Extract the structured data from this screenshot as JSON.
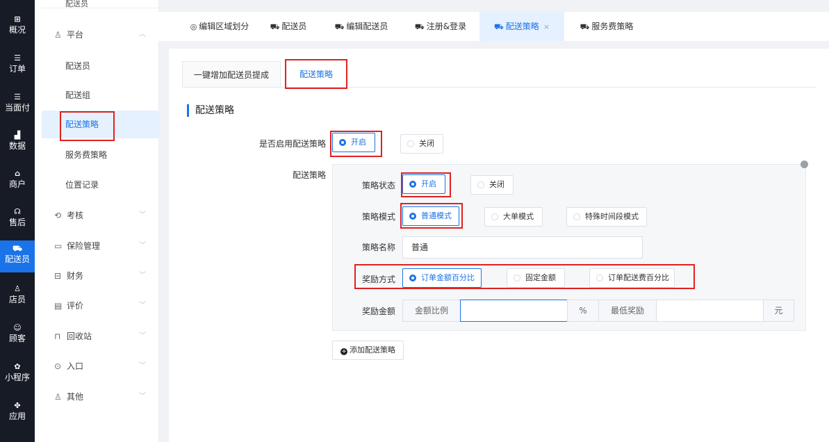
{
  "rail": {
    "items": [
      {
        "label": "概况",
        "icon": "⊞",
        "active": false
      },
      {
        "label": "订单",
        "icon": "☰",
        "active": false
      },
      {
        "label": "当面付",
        "icon": "☰",
        "active": false
      },
      {
        "label": "数据",
        "icon": "▟",
        "active": false
      },
      {
        "label": "商户",
        "icon": "⌂",
        "active": false
      },
      {
        "label": "售后",
        "icon": "☊",
        "active": false
      },
      {
        "label": "配送员",
        "icon": "⛟",
        "active": true
      },
      {
        "label": "店员",
        "icon": "♙",
        "active": false
      },
      {
        "label": "顾客",
        "icon": "☺",
        "active": false
      },
      {
        "label": "小程序",
        "icon": "✿",
        "active": false
      },
      {
        "label": "应用",
        "icon": "✤",
        "active": false
      }
    ]
  },
  "submenu": {
    "top_label": "配送员",
    "platform": "平台",
    "platform_children": [
      "配送员",
      "配送组",
      "配送策略",
      "服务费策略",
      "位置记录"
    ],
    "groups": [
      "考核",
      "保险管理",
      "财务",
      "评价",
      "回收站",
      "入口",
      "其他"
    ]
  },
  "tabs": [
    {
      "label": "编辑区域划分",
      "active": false
    },
    {
      "label": "配送员",
      "active": false
    },
    {
      "label": "编辑配送员",
      "active": false
    },
    {
      "label": "注册&登录",
      "active": false
    },
    {
      "label": "配送策略",
      "active": true
    },
    {
      "label": "服务费策略",
      "active": false
    }
  ],
  "inner_tabs": {
    "first": "一键增加配送员提成",
    "second": "配送策略"
  },
  "section_title": "配送策略",
  "form": {
    "enable_label": "是否启用配送策略",
    "enable_on": "开启",
    "enable_off": "关闭",
    "strategy_label": "配送策略",
    "status_label": "策略状态",
    "status_on": "开启",
    "status_off": "关闭",
    "mode_label": "策略模式",
    "mode_normal": "普通模式",
    "mode_big": "大单模式",
    "mode_special": "特殊时间段模式",
    "name_label": "策略名称",
    "name_value": "普通",
    "reward_method_label": "奖励方式",
    "reward_pct_order": "订单金额百分比",
    "reward_fixed": "固定金额",
    "reward_pct_fee": "订单配送费百分比",
    "reward_amount_label": "奖励金额",
    "ratio_addon": "金额比例",
    "ratio_value": "",
    "percent_unit": "%",
    "min_reward_addon": "最低奖励",
    "min_reward_value": "",
    "yuan_unit": "元",
    "add_button": "添加配送策略"
  }
}
